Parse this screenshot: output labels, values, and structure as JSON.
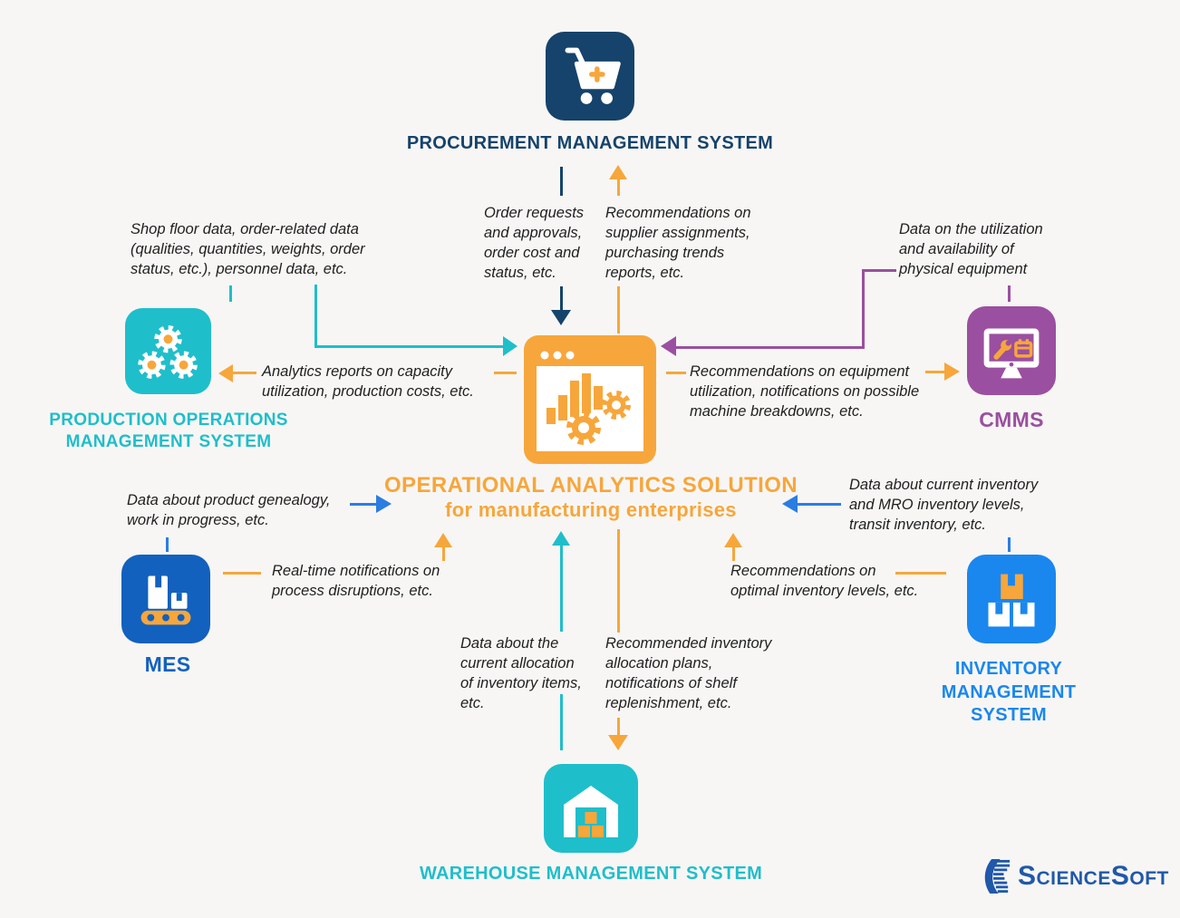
{
  "page": {
    "background": "#f7f6f4"
  },
  "colors": {
    "navy": "#16436b",
    "teal": "#1fbecb",
    "orange": "#f7a63b",
    "purple": "#9b4fa0",
    "mes_blue": "#1261be",
    "inventory_blue": "#1a87ee",
    "arrow_blue": "#2b7de1",
    "text": "#1f1f1f",
    "logo_blue": "#2058aa"
  },
  "center": {
    "title_line1": "OPERATIONAL ANALYTICS SOLUTION",
    "title_line2": "for manufacturing enterprises"
  },
  "systems": {
    "procurement": {
      "label": "PROCUREMENT MANAGEMENT SYSTEM"
    },
    "production": {
      "label": "PRODUCTION OPERATIONS\nMANAGEMENT SYSTEM"
    },
    "cmms": {
      "label": "CMMS"
    },
    "mes": {
      "label": "MES"
    },
    "inventory": {
      "label": "INVENTORY MANAGEMENT\nSYSTEM"
    },
    "warehouse": {
      "label": "WAREHOUSE MANAGEMENT SYSTEM"
    }
  },
  "flows": {
    "procurement_to_center": {
      "text": "Order requests\nand approvals,\norder cost and\nstatus, etc."
    },
    "center_to_procurement": {
      "text": "Recommendations on\nsupplier assignments,\npurchasing trends\nreports, etc."
    },
    "production_to_center": {
      "text": "Shop floor data, order-related data\n(qualities, quantities, weights, order\nstatus, etc.), personnel data, etc."
    },
    "center_to_production": {
      "text": "Analytics reports on capacity\nutilization, production costs, etc."
    },
    "cmms_to_center": {
      "text": "Data on the utilization\nand availability of\nphysical equipment"
    },
    "center_to_cmms": {
      "text": "Recommendations on equipment\nutilization, notifications on possible\nmachine breakdowns, etc."
    },
    "mes_to_center": {
      "text": "Data about product genealogy,\nwork in progress, etc."
    },
    "center_to_mes": {
      "text": "Real-time notifications on\nprocess disruptions, etc."
    },
    "inventory_to_center": {
      "text": "Data about current inventory\nand MRO inventory levels,\ntransit inventory, etc."
    },
    "center_to_inventory": {
      "text": "Recommendations on\noptimal inventory levels, etc."
    },
    "warehouse_to_center": {
      "text": "Data about the\ncurrent allocation\nof inventory items,\netc."
    },
    "center_to_warehouse": {
      "text": "Recommended inventory\nallocation plans,\nnotifications of shelf\nreplenishment, etc."
    }
  },
  "logo": {
    "name_part1": "Science",
    "name_part2": "Soft"
  }
}
